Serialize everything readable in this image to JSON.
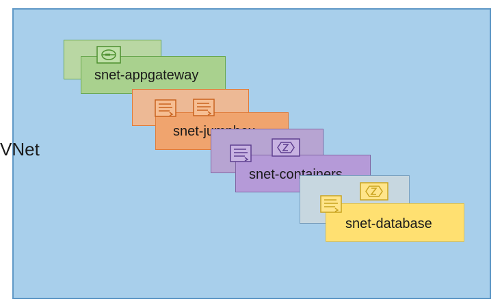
{
  "vnet": {
    "label": "VNet"
  },
  "subnets": [
    {
      "id": "appgateway",
      "label": "snet-appgateway",
      "icons": [
        "application-gateway-icon"
      ]
    },
    {
      "id": "jumpbox",
      "label": "snet-jumpbox",
      "icons": [
        "nic-icon",
        "nic-icon"
      ]
    },
    {
      "id": "containers",
      "label": "snet-containers",
      "icons": [
        "nic-icon",
        "private-endpoint-icon"
      ]
    },
    {
      "id": "database",
      "label": "snet-database",
      "icons": [
        "nic-icon",
        "private-endpoint-icon"
      ]
    }
  ],
  "colors": {
    "vnet_fill": "#a8cfeb",
    "vnet_border": "#5f98c6",
    "green": "#a9d18e",
    "orange": "#f0a46e",
    "purple": "#b59ad8",
    "yellow": "#ffe071"
  }
}
